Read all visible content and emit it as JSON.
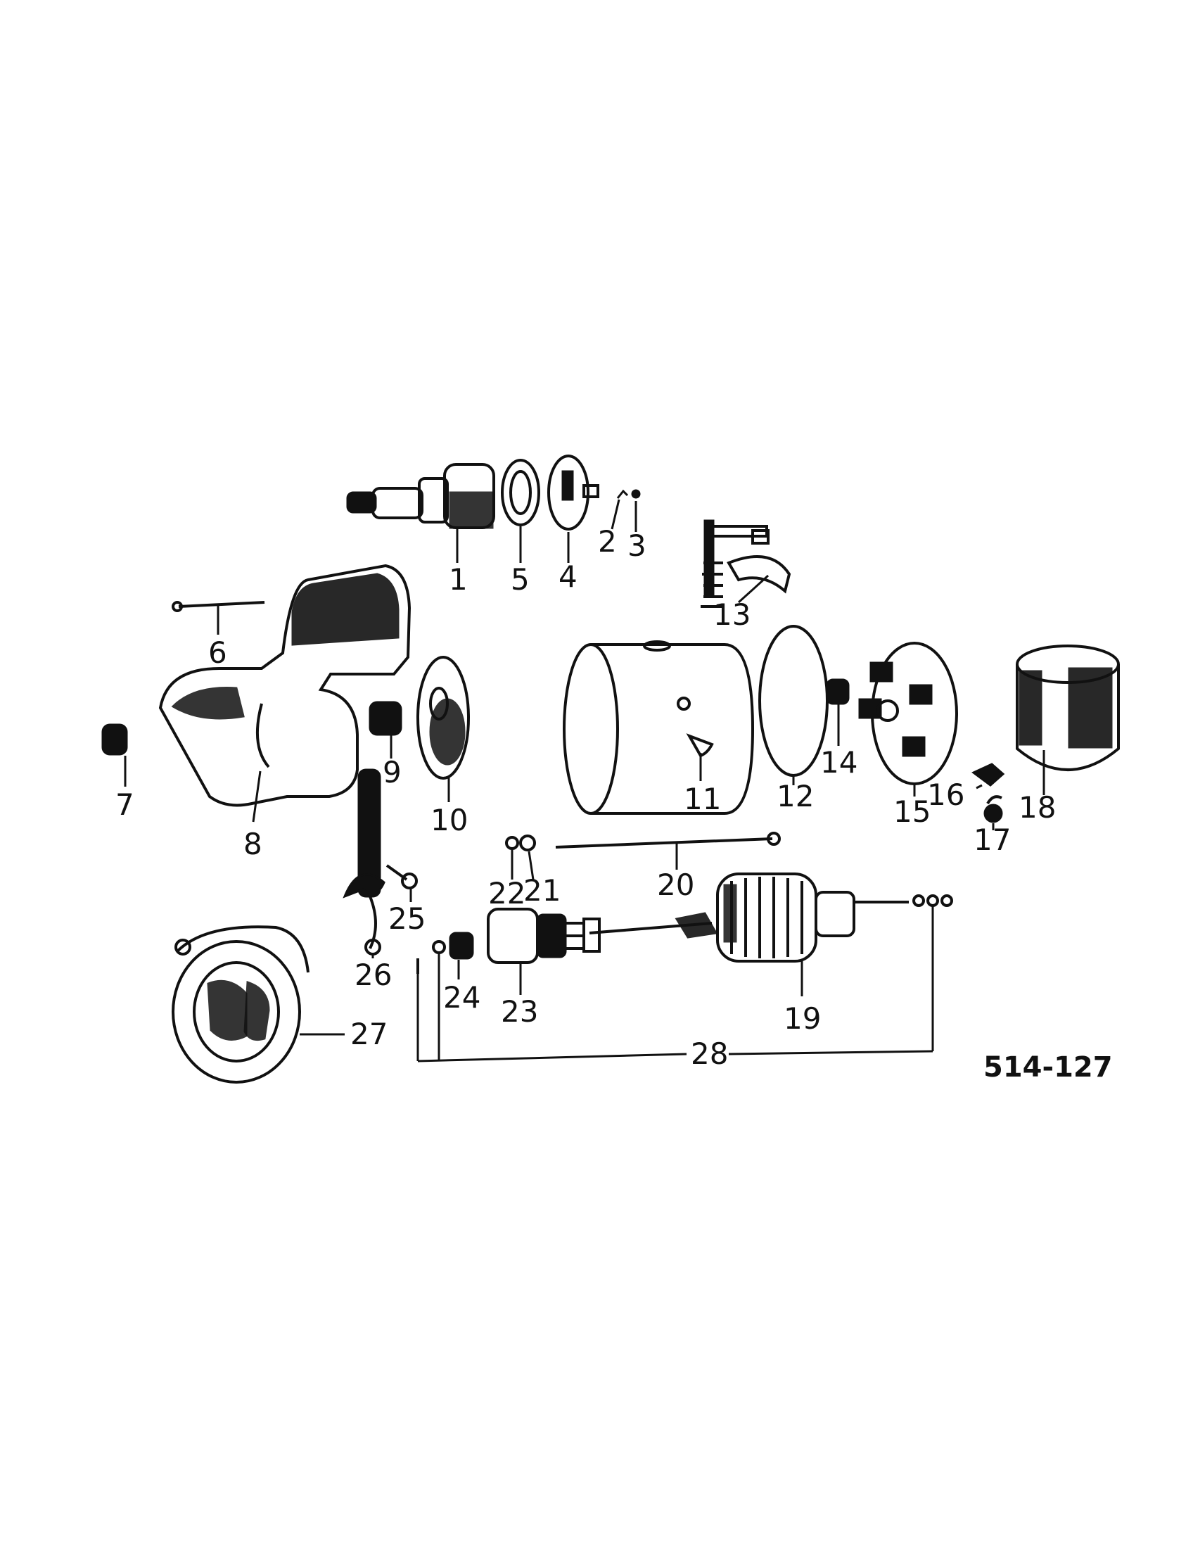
{
  "diagram": {
    "reference_code": "514-127",
    "callouts": [
      "1",
      "2",
      "3",
      "4",
      "5",
      "6",
      "7",
      "8",
      "9",
      "10",
      "11",
      "12",
      "13",
      "14",
      "15",
      "16",
      "17",
      "18",
      "19",
      "20",
      "21",
      "22",
      "23",
      "24",
      "25",
      "26",
      "27",
      "28"
    ]
  }
}
